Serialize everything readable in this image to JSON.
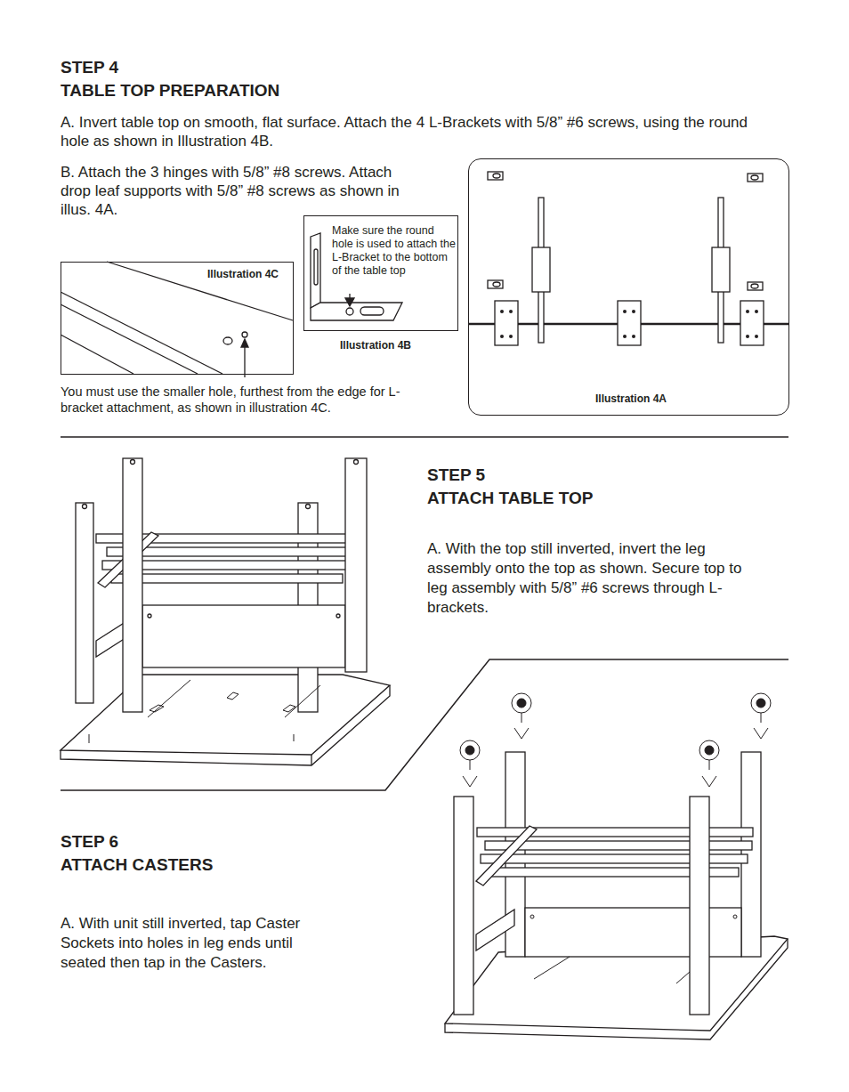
{
  "diagram": {
    "nodes": [
      {
        "text": [
          "Illustration 4C"
        ]
      },
      {
        "text": [
          "Make sure the round hole is used to attach the L-Bracket to the bottom of the table top",
          "Illustration 4B"
        ]
      },
      {
        "text": [
          "Illustration 4A"
        ]
      }
    ],
    "labels": [
      "STEP 4",
      "TABLE TOP PREPARATION",
      "A. Invert table top on smooth, flat surface. Attach the 4 L-Brackets with 5/8” #6 screws, using the round hole as shown in Illustration 4B.",
      "B. Attach the 3 hinges with 5/8” #8 screws. Attach drop leaf supports with 5/8” #8 screws as shown in illus. 4A.",
      "You must use the smaller hole, furthest from the edge for L-bracket attachment, as shown in illustration 4C.",
      "STEP 5",
      "ATTACH TABLE TOP",
      "A. With the top still inverted, invert the leg assembly onto the top as shown. Secure top to leg assembly with 5/8” #6 screws through L-brackets.",
      "STEP 6",
      "ATTACH CASTERS",
      "A. With unit still inverted, tap Caster Sockets into holes in leg ends until seated then tap in the Casters."
    ]
  }
}
